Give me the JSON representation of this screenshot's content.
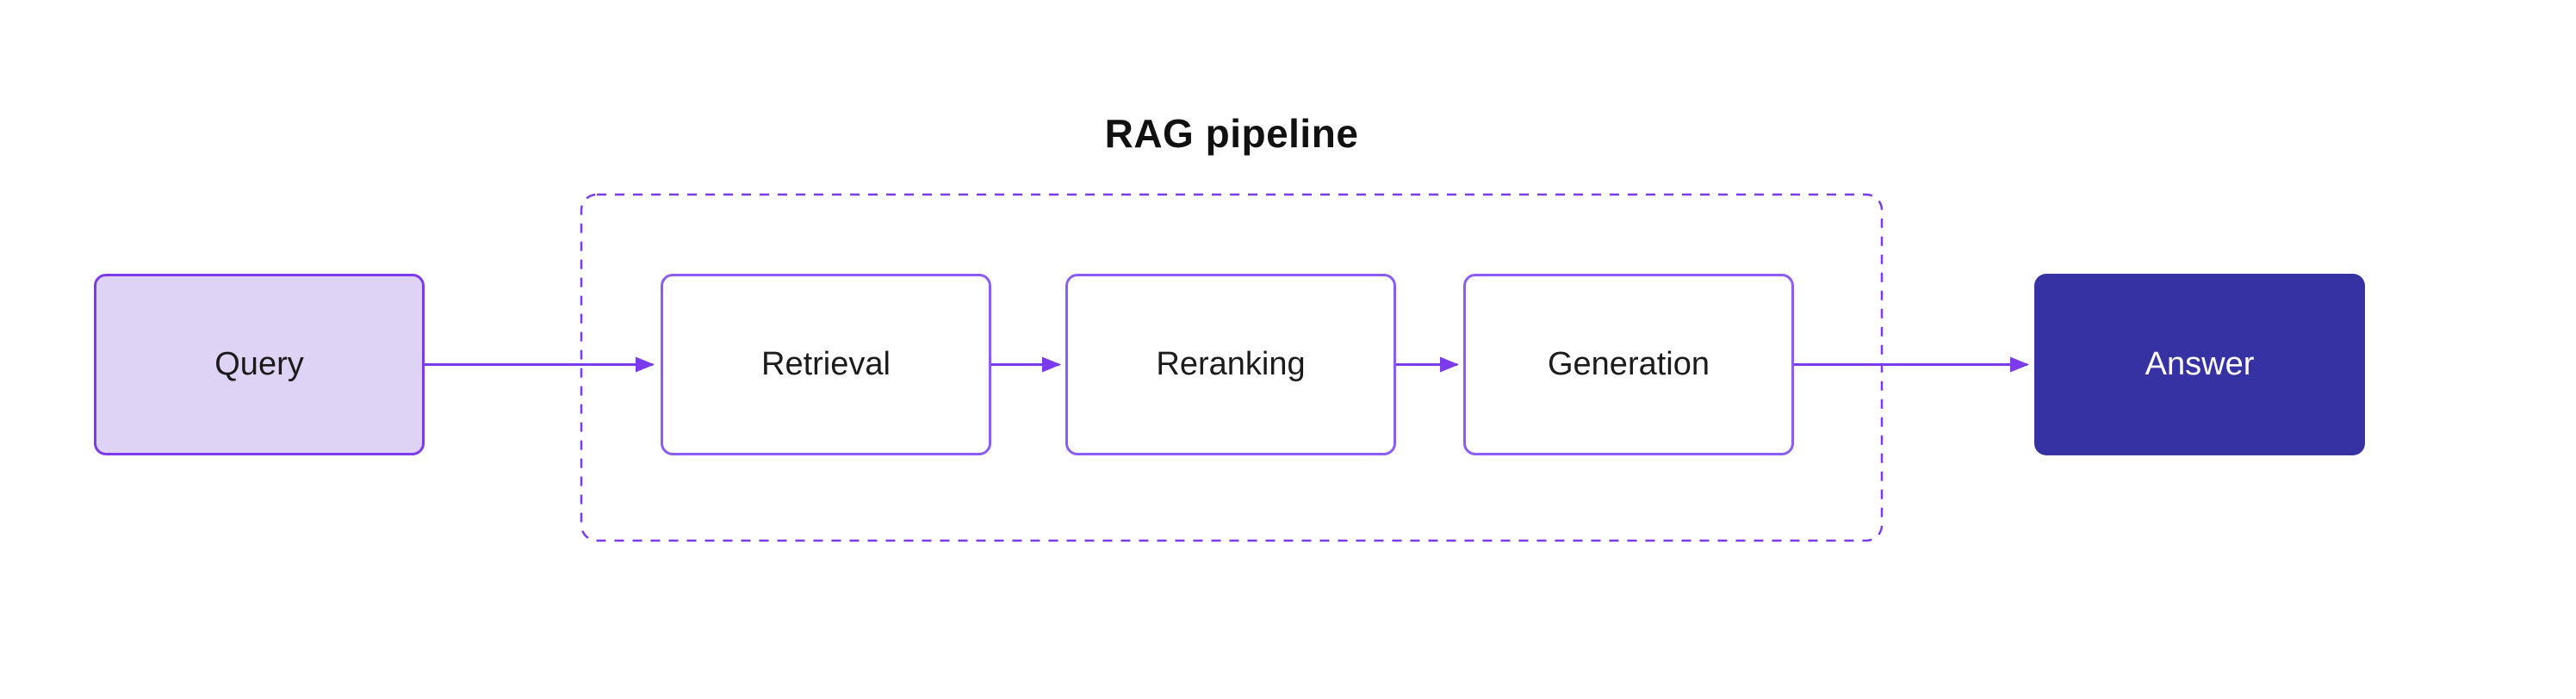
{
  "diagram": {
    "title": "RAG pipeline",
    "nodes": {
      "query": {
        "label": "Query"
      },
      "retrieval": {
        "label": "Retrieval"
      },
      "reranking": {
        "label": "Reranking"
      },
      "generation": {
        "label": "Generation"
      },
      "answer": {
        "label": "Answer"
      }
    },
    "connections": [
      {
        "from": "Query",
        "to": "Retrieval"
      },
      {
        "from": "Retrieval",
        "to": "Reranking"
      },
      {
        "from": "Reranking",
        "to": "Generation"
      },
      {
        "from": "Generation",
        "to": "Answer"
      }
    ],
    "group": {
      "label": "RAG pipeline",
      "members": [
        "Retrieval",
        "Reranking",
        "Generation"
      ],
      "style": "dashed"
    },
    "colors": {
      "accent_purple": "#7c3aed",
      "inner_box_border": "#8b5cf6",
      "query_fill": "#ded3f4",
      "answer_fill": "#3732a4",
      "answer_text": "#ffffff",
      "label_text": "#1b1b1b"
    }
  }
}
